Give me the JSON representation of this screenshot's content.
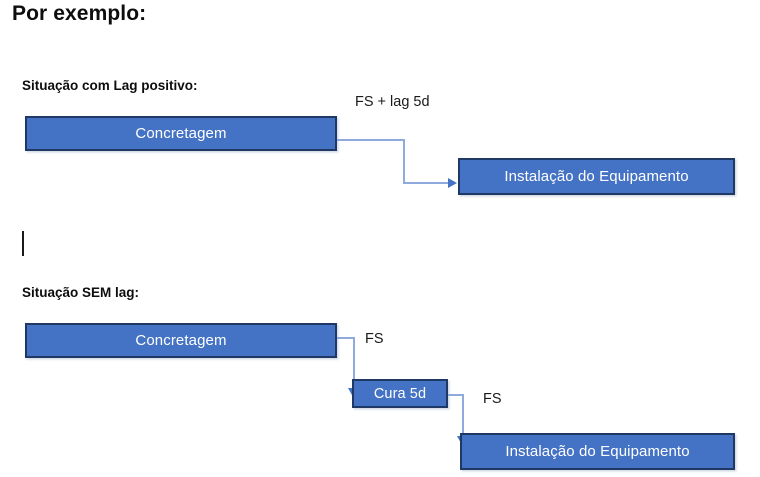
{
  "page": {
    "title": "Por exemplo:"
  },
  "sections": [
    {
      "label": "Situação com Lag positivo:",
      "boxes": [
        {
          "name": "concretagem",
          "text": "Concretagem"
        },
        {
          "name": "instalacao",
          "text": "Instalação do Equipamento"
        }
      ],
      "links": [
        {
          "name": "fs-lag",
          "text": "FS + lag 5d"
        }
      ]
    },
    {
      "label": "Situação SEM lag:",
      "boxes": [
        {
          "name": "concretagem",
          "text": "Concretagem"
        },
        {
          "name": "cura",
          "text": "Cura 5d"
        },
        {
          "name": "instalacao",
          "text": "Instalação do Equipamento"
        }
      ],
      "links": [
        {
          "name": "fs-1",
          "text": "FS"
        },
        {
          "name": "fs-2",
          "text": "FS"
        }
      ]
    }
  ],
  "colors": {
    "box_fill": "#4472C4",
    "box_border": "#1F3864",
    "connector": "#8FAADC",
    "arrow": "#4472C4",
    "box_text": "#FFFFFF",
    "text": "#0D0D0D",
    "background": "#FFFFFF"
  }
}
